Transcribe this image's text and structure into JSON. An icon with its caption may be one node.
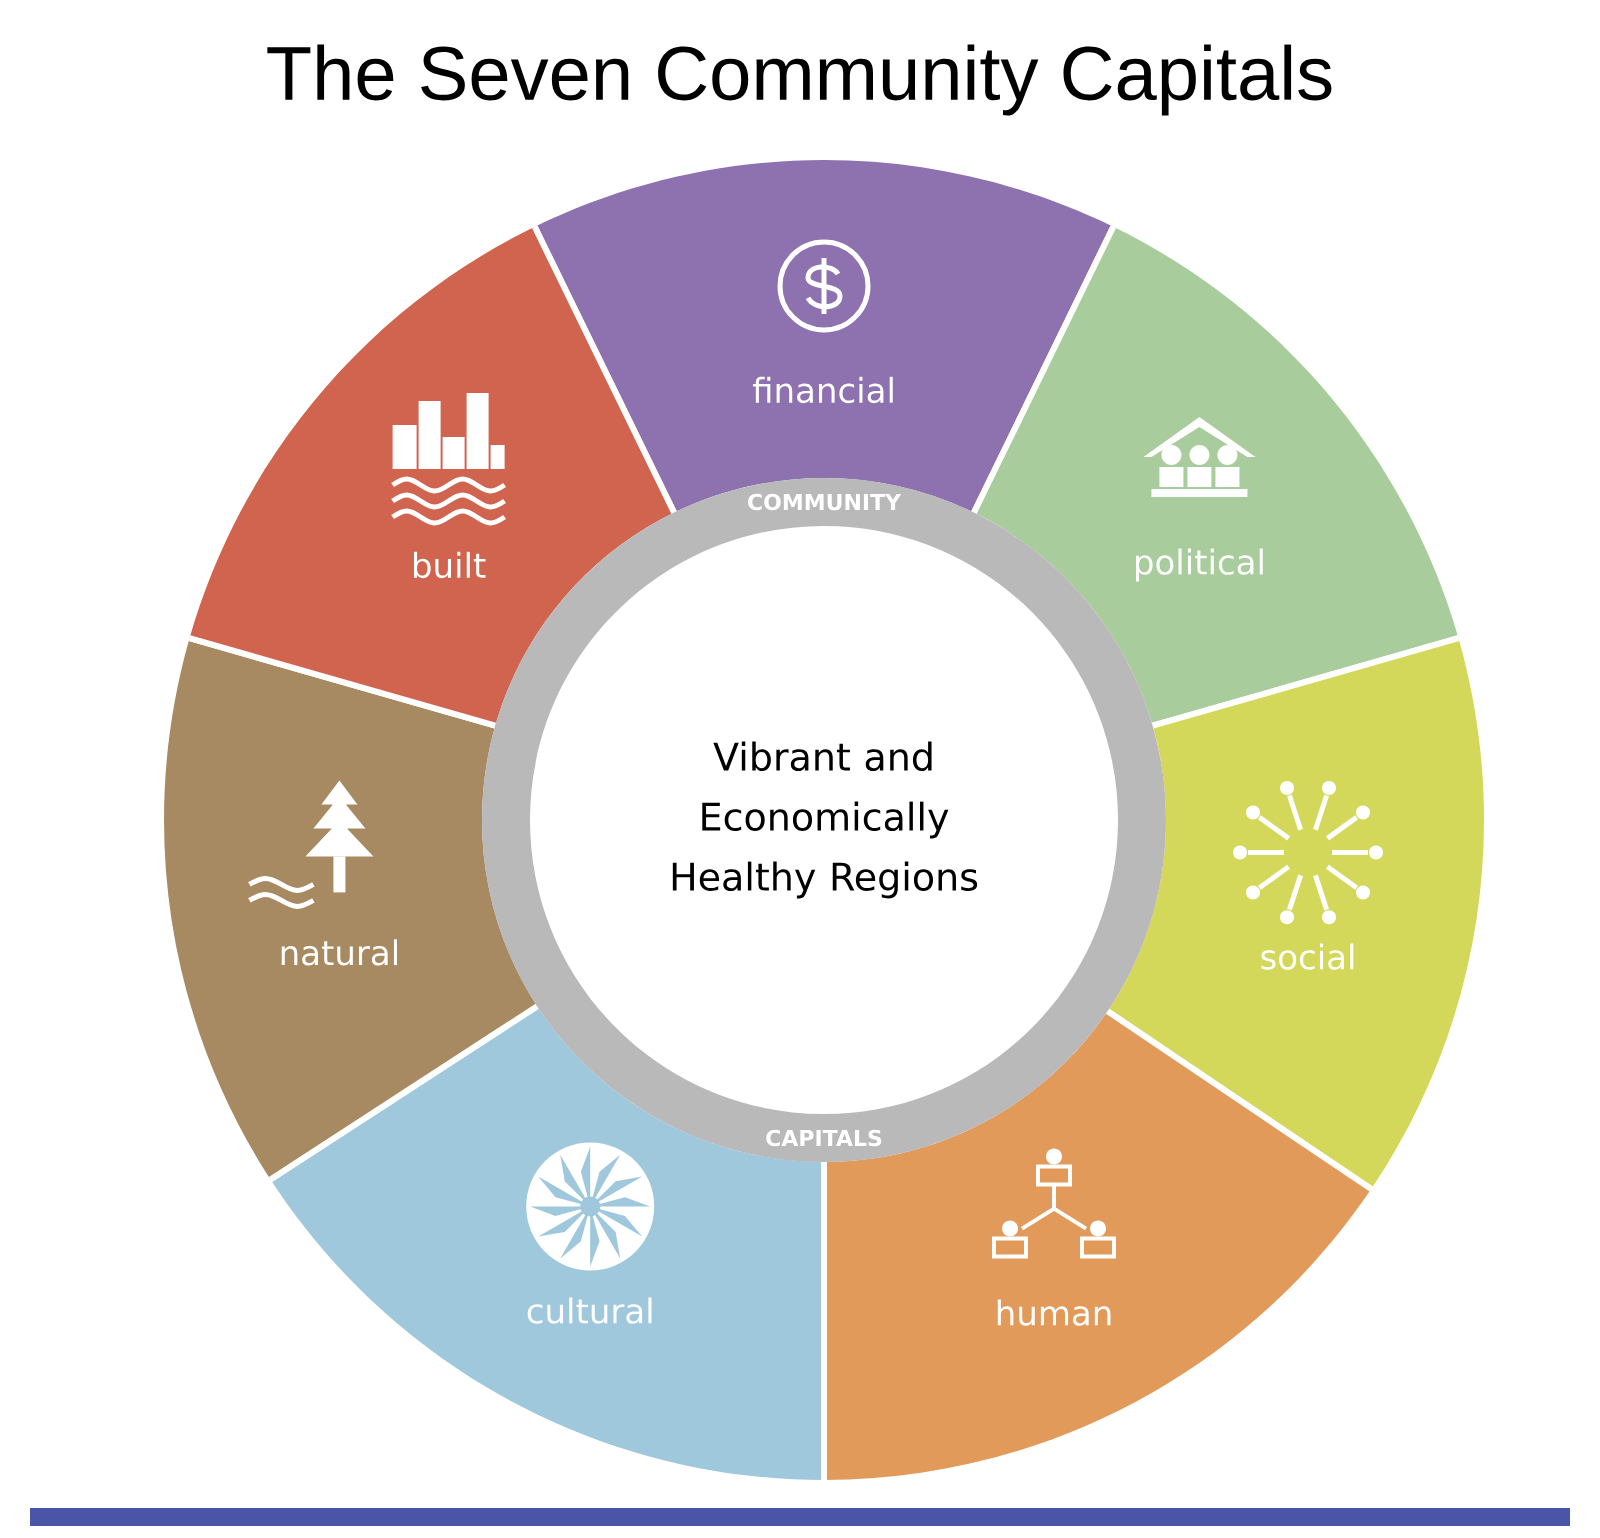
{
  "diagram": {
    "title": "The Seven Community Capitals",
    "nodes": [
      {
        "text": [
          "COMMUNITY",
          "CAPITALS"
        ]
      },
      {
        "text": [
          "Vibrant and Economically Healthy Regions"
        ],
        "in": 0
      },
      {
        "text": [
          "financial"
        ]
      },
      {
        "text": [
          "political"
        ]
      },
      {
        "text": [
          "social"
        ]
      },
      {
        "text": [
          "human"
        ]
      },
      {
        "text": [
          "cultural"
        ]
      },
      {
        "text": [
          "natural"
        ]
      },
      {
        "text": [
          "built"
        ]
      }
    ]
  }
}
